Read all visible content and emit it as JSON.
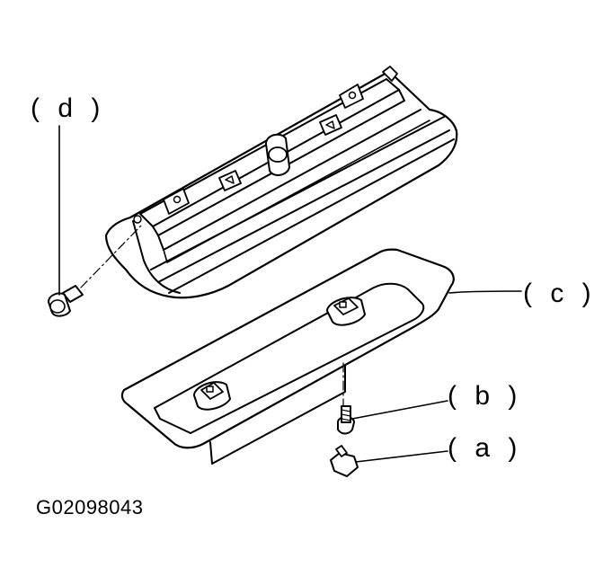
{
  "diagram": {
    "callouts": [
      {
        "id": "a",
        "label": "( a )"
      },
      {
        "id": "b",
        "label": "( b )"
      },
      {
        "id": "c",
        "label": "( c )"
      },
      {
        "id": "d",
        "label": "( d )"
      }
    ],
    "figure_code": "G02098043"
  },
  "colors": {
    "ink": "#000000",
    "background": "#ffffff"
  }
}
